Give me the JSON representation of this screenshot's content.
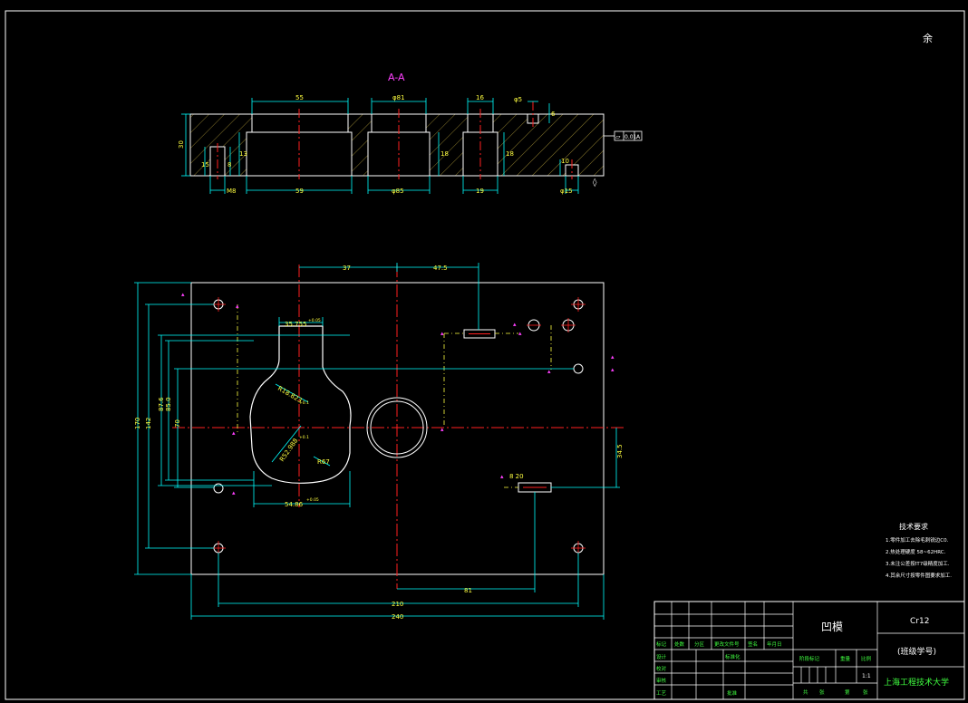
{
  "section_label": "A-A",
  "corner_mark": "余",
  "section_dims": {
    "d55": "55",
    "d81": "φ81",
    "d16": "16",
    "d5": "φ5",
    "d6": "6",
    "d30": "30",
    "d18": "18",
    "d13": "13",
    "d15": "15",
    "d8": "8",
    "d18b": "18",
    "dM8": "M8",
    "d59": "59",
    "d85": "φ85",
    "d19": "19",
    "d15b": "φ15",
    "d10": "10",
    "flatness": "0.01",
    "flat_ref": "A"
  },
  "plan_dims": {
    "d37": "37",
    "d47": "47.5",
    "d170": "170",
    "d142": "142",
    "d87": "87.6",
    "d85": "85.0",
    "d70": "70",
    "d34": "34.5",
    "d81": "81",
    "d210": "210",
    "d240": "240",
    "r_top": "35.755",
    "r_top_tol": "+0.05",
    "r_a": "R18.823",
    "r_a_tol": "+0.1",
    "r_b": "R52.988",
    "r_b_tol": "+0.1",
    "r_c": "R67",
    "bottom_dim": "54.86",
    "bottom_tol": "+0.05",
    "d20": "8  20"
  },
  "tech_requirements": {
    "title": "技术要求",
    "items": [
      "1.零件加工去除毛刺锐边C0.",
      "2.热处理硬度 58~62HRC.",
      "3.未注公差按IT7级精度加工.",
      "4.其余尺寸按零件图要求加工."
    ]
  },
  "title_block": {
    "part_name": "凹模",
    "material": "Cr12",
    "class_id": "(班级学号)",
    "school": "上海工程技术大学",
    "scale": "1:1",
    "header_row": [
      "标记",
      "处数",
      "分区",
      "更改文件号",
      "签名",
      "年月日"
    ],
    "roles": [
      "设计",
      "校对",
      "审核",
      "工艺"
    ],
    "standardization": "标准化",
    "approve": "批准",
    "stage_mark": "阶段标记",
    "weight": "重量",
    "ratio": "比例",
    "sheets_total": "共",
    "sheets_label": "张",
    "sheet_no": "第",
    "sheet_label": "张"
  },
  "colors": {
    "outline": "#ffffff",
    "center": "#ff2020",
    "dim": "#00ffff",
    "text": "#ffff40",
    "magenta": "#ff40ff",
    "green": "#40ff40",
    "hidden": "#ffff40"
  }
}
